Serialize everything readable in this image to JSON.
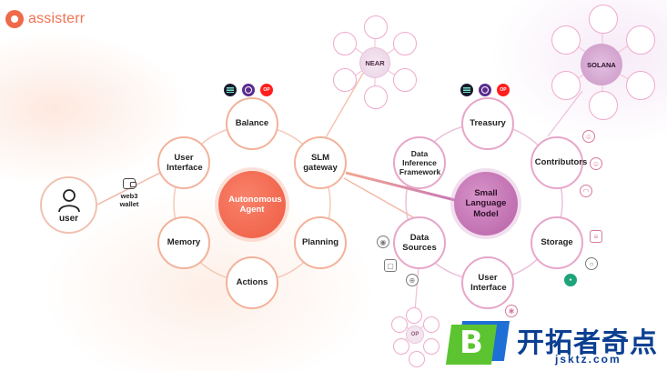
{
  "brand": {
    "name": "assisterr"
  },
  "user": {
    "label": "user"
  },
  "wallet": {
    "label": "web3 wallet"
  },
  "agent_cluster": {
    "center": "Autonomous Agent",
    "nodes": [
      "Balance",
      "SLM gateway",
      "Planning",
      "Actions",
      "Memory",
      "User Interface"
    ]
  },
  "slm_cluster": {
    "center": "Small Language Model",
    "nodes": [
      "Treasury",
      "Contributors",
      "Storage",
      "User Interface",
      "Data Sources",
      "Data Inference Framework"
    ]
  },
  "networks": {
    "near": "NEAR",
    "solana": "SOLANA",
    "op": "OP"
  },
  "ecosystem_icons": {
    "op_text": "OP"
  },
  "watermark": {
    "logo_letter": "B",
    "chinese": "开拓者奇点",
    "url": "jsktz.com"
  },
  "colors": {
    "brand": "#f07251",
    "agent": "#ee5b42",
    "slm": "#b760a7",
    "agent_ring": "#f2b29b",
    "slm_ring": "#e7a6c9"
  }
}
